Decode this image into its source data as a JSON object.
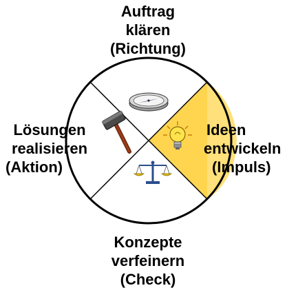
{
  "segments": {
    "top": {
      "lines": [
        "Auftrag",
        "klären",
        "(Richtung)"
      ],
      "icon": "compass-icon"
    },
    "right": {
      "lines": [
        "Ideen",
        "entwickeln",
        "(Impuls)"
      ],
      "icon": "lightbulb-icon",
      "highlighted": true
    },
    "bottom": {
      "lines": [
        "Konzepte",
        "verfeinern",
        "(Check)"
      ],
      "icon": "scales-icon"
    },
    "left": {
      "lines": [
        "Lösungen",
        "realisieren",
        "(Aktion)"
      ],
      "icon": "hammer-icon"
    }
  },
  "colors": {
    "highlight": "#FFD54F",
    "highlight_light": "#FFF0A8",
    "outline": "#000000"
  }
}
